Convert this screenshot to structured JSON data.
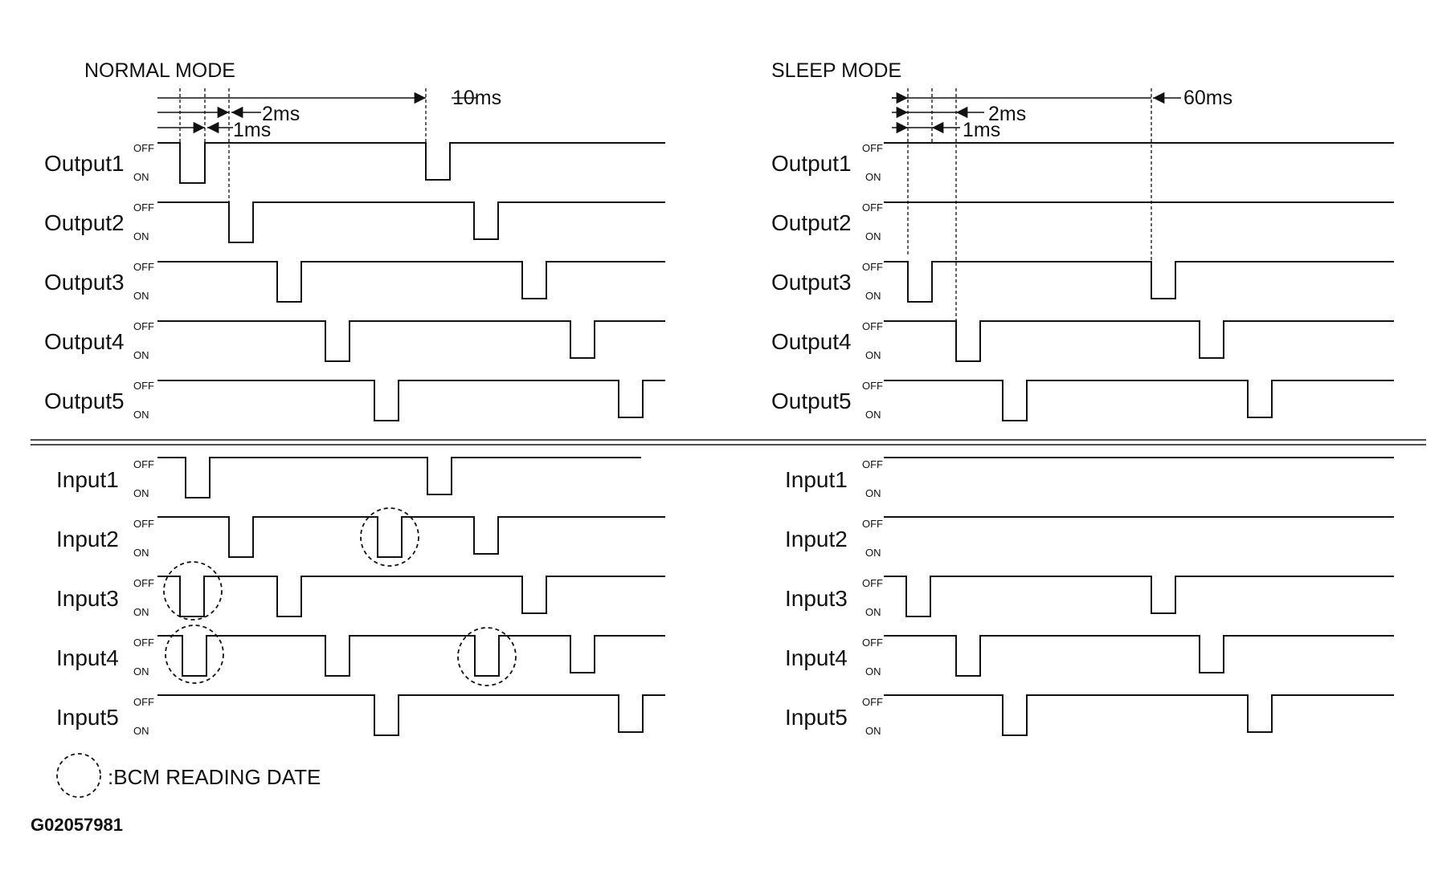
{
  "normal_mode": {
    "title": "NORMAL MODE",
    "timing": {
      "t1": "1ms",
      "t2": "2ms",
      "t3": "10ms"
    },
    "outputs": [
      {
        "label": "Output1",
        "off": "OFF",
        "on": "ON"
      },
      {
        "label": "Output2",
        "off": "OFF",
        "on": "ON"
      },
      {
        "label": "Output3",
        "off": "OFF",
        "on": "ON"
      },
      {
        "label": "Output4",
        "off": "OFF",
        "on": "ON"
      },
      {
        "label": "Output5",
        "off": "OFF",
        "on": "ON"
      }
    ],
    "inputs": [
      {
        "label": "Input1",
        "off": "OFF",
        "on": "ON"
      },
      {
        "label": "Input2",
        "off": "OFF",
        "on": "ON"
      },
      {
        "label": "Input3",
        "off": "OFF",
        "on": "ON"
      },
      {
        "label": "Input4",
        "off": "OFF",
        "on": "ON"
      },
      {
        "label": "Input5",
        "off": "OFF",
        "on": "ON"
      }
    ]
  },
  "sleep_mode": {
    "title": "SLEEP MODE",
    "timing": {
      "t1": "1ms",
      "t2": "2ms",
      "t3": "60ms"
    },
    "outputs": [
      {
        "label": "Output1",
        "off": "OFF",
        "on": "ON"
      },
      {
        "label": "Output2",
        "off": "OFF",
        "on": "ON"
      },
      {
        "label": "Output3",
        "off": "OFF",
        "on": "ON"
      },
      {
        "label": "Output4",
        "off": "OFF",
        "on": "ON"
      },
      {
        "label": "Output5",
        "off": "OFF",
        "on": "ON"
      }
    ],
    "inputs": [
      {
        "label": "Input1",
        "off": "OFF",
        "on": "ON"
      },
      {
        "label": "Input2",
        "off": "OFF",
        "on": "ON"
      },
      {
        "label": "Input3",
        "off": "OFF",
        "on": "ON"
      },
      {
        "label": "Input4",
        "off": "OFF",
        "on": "ON"
      },
      {
        "label": "Input5",
        "off": "OFF",
        "on": "ON"
      }
    ]
  },
  "legend": {
    "text": ":BCM READING DATE",
    "icon": "dashed-circle-icon"
  },
  "figure_code": "G02057981"
}
